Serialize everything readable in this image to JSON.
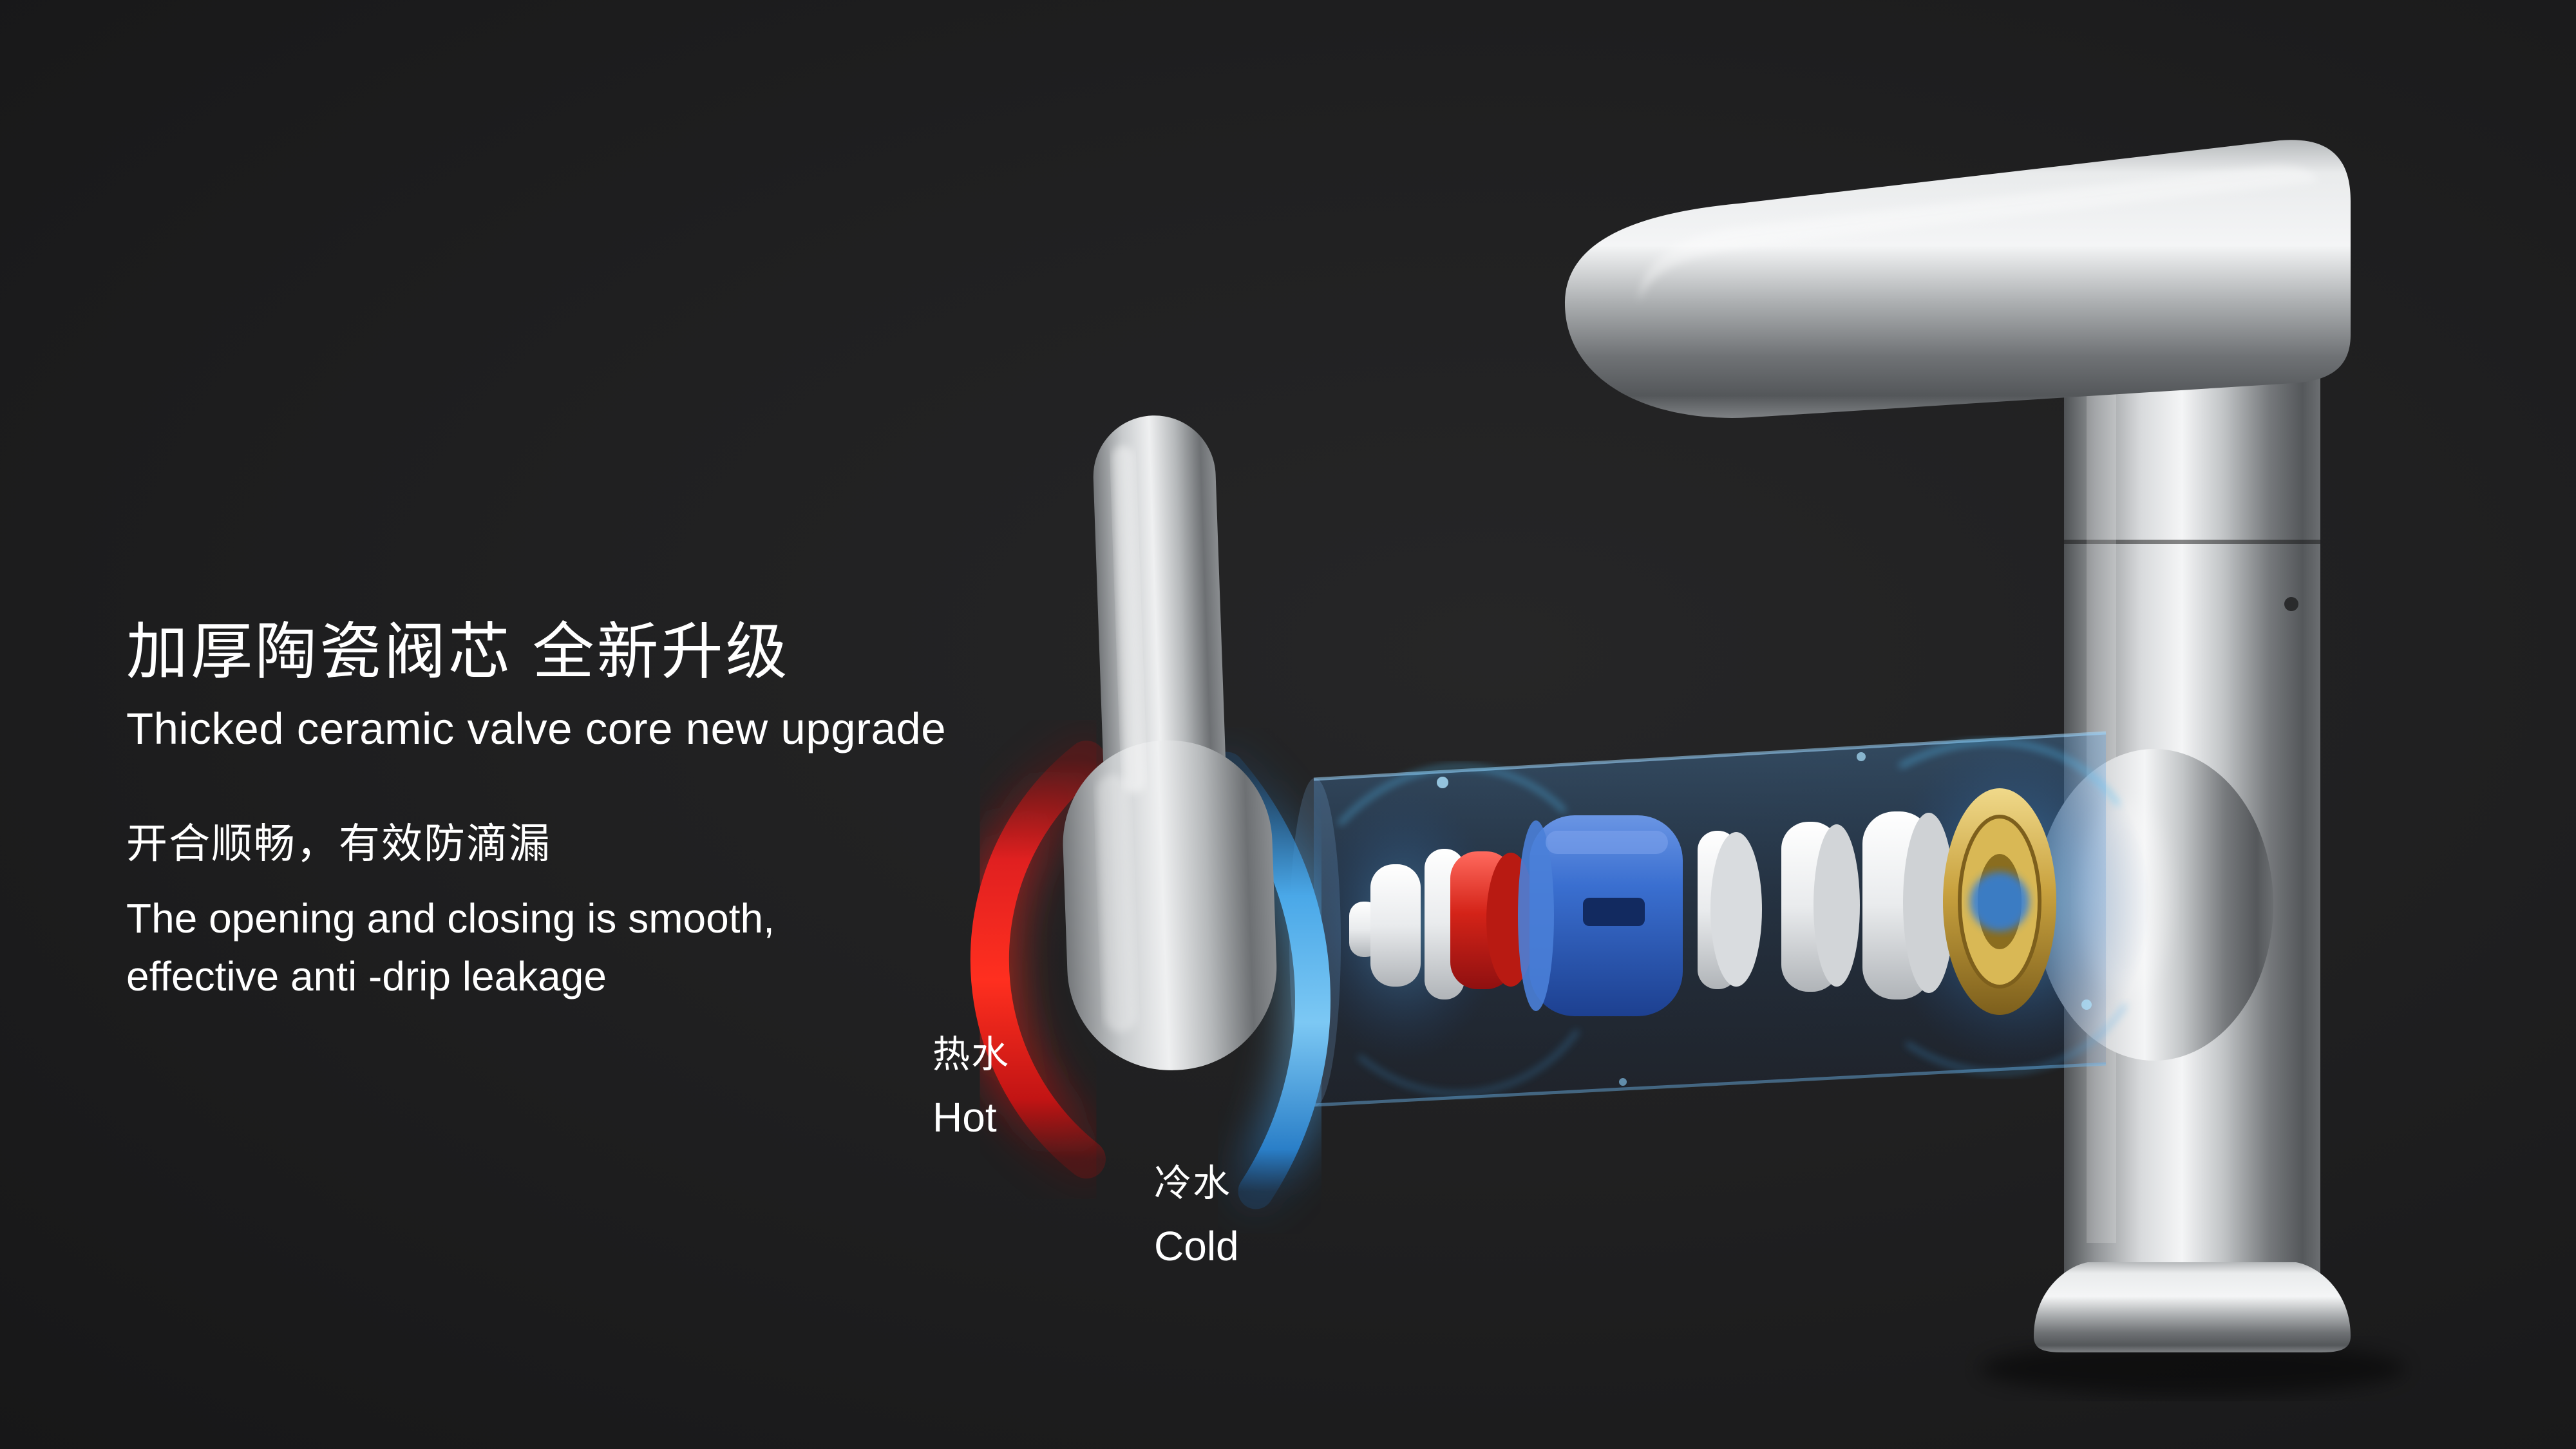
{
  "headline": {
    "title_cn": "加厚陶瓷阀芯  全新升级",
    "title_en": "Thicked ceramic valve core new upgrade",
    "feature_cn": "开合顺畅，有效防滴漏",
    "feature_en_line1": "The opening and closing is smooth,",
    "feature_en_line2": "effective anti -drip leakage"
  },
  "labels": {
    "hot_cn": "热水",
    "hot_en": "Hot",
    "cold_cn": "冷水",
    "cold_en": "Cold"
  },
  "colors": {
    "background": "#202021",
    "text": "#ffffff",
    "hot_arc": "#e02020",
    "cold_arc": "#4aa8e8",
    "cartridge_blue": "#2f62c4",
    "seal_red": "#d42318",
    "brass": "#c9a23f",
    "chrome_light": "#f2f3f4",
    "chrome_dark": "#5c5f62",
    "glow": "#6ec6ff"
  }
}
